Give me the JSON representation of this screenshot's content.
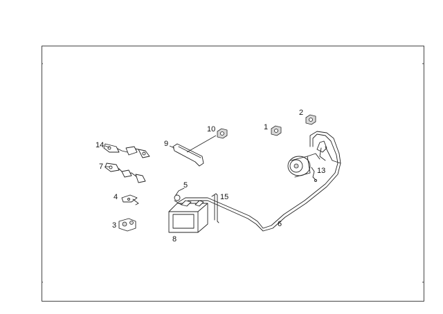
{
  "diagram": {
    "callouts": [
      {
        "id": "c1",
        "text": "1"
      },
      {
        "id": "c2",
        "text": "2"
      },
      {
        "id": "c3",
        "text": "3"
      },
      {
        "id": "c4",
        "text": "4"
      },
      {
        "id": "c5",
        "text": "5"
      },
      {
        "id": "c6",
        "text": "6"
      },
      {
        "id": "c7",
        "text": "7"
      },
      {
        "id": "c8",
        "text": "8"
      },
      {
        "id": "c9",
        "text": "9"
      },
      {
        "id": "c10",
        "text": "10"
      },
      {
        "id": "c13",
        "text": "13"
      },
      {
        "id": "c14",
        "text": "14"
      },
      {
        "id": "c15",
        "text": "15"
      }
    ]
  }
}
